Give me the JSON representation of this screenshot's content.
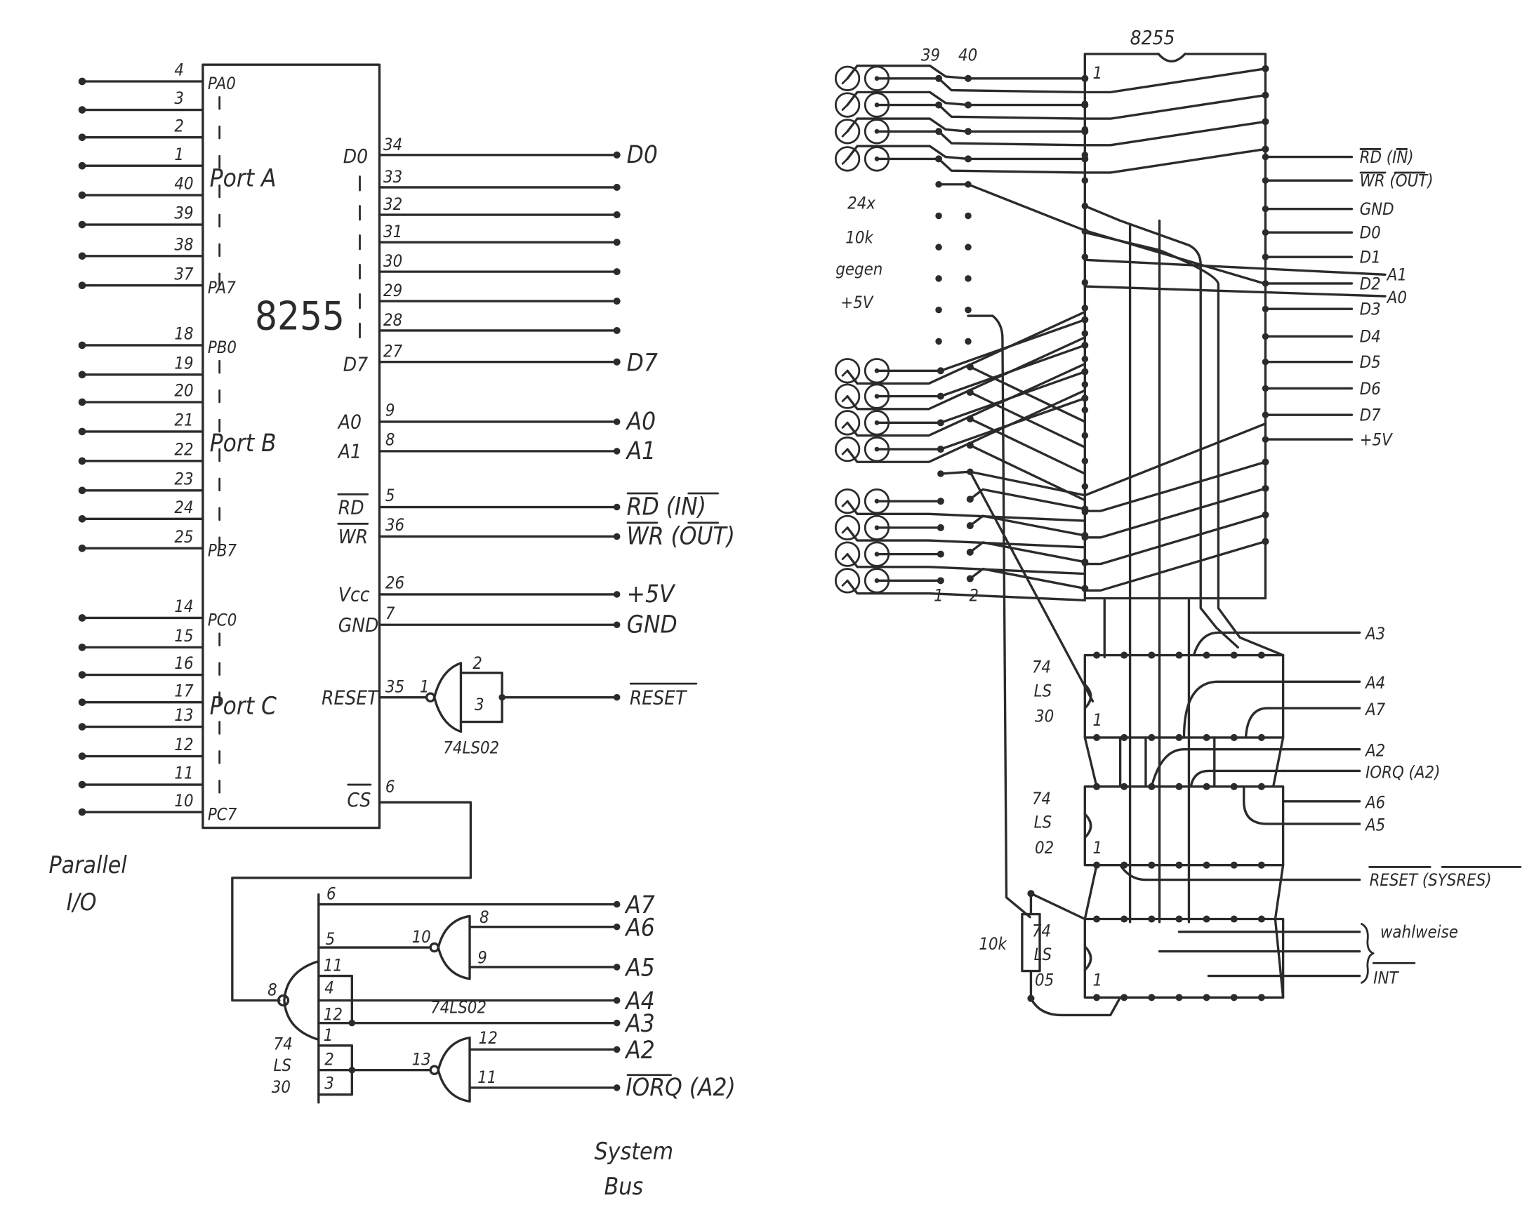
{
  "left": {
    "chip": {
      "name": "8255"
    },
    "ports": [
      {
        "label": "Port A",
        "first": "PA0",
        "last": "PA7",
        "pins": [
          "4",
          "3",
          "2",
          "1",
          "40",
          "39",
          "38",
          "37"
        ]
      },
      {
        "label": "Port B",
        "first": "PB0",
        "last": "PB7",
        "pins": [
          "18",
          "19",
          "20",
          "21",
          "22",
          "23",
          "24",
          "25"
        ]
      },
      {
        "label": "Port C",
        "first": "PC0",
        "last": "PC7",
        "pins": [
          "14",
          "15",
          "16",
          "17",
          "13",
          "12",
          "11",
          "10"
        ]
      }
    ],
    "data_pins": {
      "first": "D0",
      "last": "D7",
      "pins": [
        "34",
        "33",
        "32",
        "31",
        "30",
        "29",
        "28",
        "27"
      ],
      "bus_first": "D0",
      "bus_last": "D7"
    },
    "signals": [
      {
        "pin_name": "A0",
        "pin": "9",
        "bus": "A0",
        "overline_pin": false,
        "overline_bus": false
      },
      {
        "pin_name": "A1",
        "pin": "8",
        "bus": "A1",
        "overline_pin": false,
        "overline_bus": false
      },
      {
        "pin_name": "RD",
        "pin": "5",
        "bus": "RD",
        "bus_extra": "(IN)",
        "overline_pin": true,
        "overline_bus": true
      },
      {
        "pin_name": "WR",
        "pin": "36",
        "bus": "WR",
        "bus_extra": "(OUT)",
        "overline_pin": true,
        "overline_bus": true
      },
      {
        "pin_name": "Vcc",
        "pin": "26",
        "bus": "+5V",
        "overline_pin": false,
        "overline_bus": false
      },
      {
        "pin_name": "GND",
        "pin": "7",
        "bus": "GND",
        "overline_pin": false,
        "overline_bus": false
      }
    ],
    "reset": {
      "pin_name": "RESET",
      "pin": "35",
      "gate_pins": [
        "1",
        "2",
        "3"
      ],
      "gate": "74LS02",
      "bus": "RESET"
    },
    "cs": {
      "pin_name": "CS",
      "pin": "6"
    },
    "decoder": {
      "nand_chip": [
        "74",
        "LS",
        "30"
      ],
      "nand_out_pin": "8",
      "nand_in_pins": [
        "6",
        "5",
        "11",
        "4",
        "12",
        "1",
        "2",
        "3"
      ],
      "nor_chip": "74LS02",
      "nor1": {
        "out": "10",
        "in": [
          "8",
          "9"
        ]
      },
      "nor2": {
        "out": "13",
        "in": [
          "12",
          "11"
        ]
      },
      "bus": [
        "A7",
        "A6",
        "A5",
        "A4",
        "A3",
        "A2"
      ],
      "iorq": "IORQ",
      "iorq_extra": "(A2)"
    },
    "caption_left": [
      "Parallel",
      "I/O"
    ],
    "caption_bottom": [
      "System",
      "Bus"
    ]
  },
  "right": {
    "chip": {
      "name": "8255",
      "pin1": "1"
    },
    "connector_top_pins": [
      "39",
      "40"
    ],
    "connector_bottom_pins": [
      "1",
      "2"
    ],
    "resistor_note": [
      "24x",
      "10k",
      "gegen",
      "+5V"
    ],
    "bus_labels": [
      "RD (IN)",
      "WR (OUT)",
      "GND",
      "D0",
      "D1",
      "D2",
      "D3",
      "D4",
      "D5",
      "D6",
      "D7",
      "+5V"
    ],
    "address_side": [
      "A1",
      "A0"
    ],
    "ic_labels": [
      [
        "74",
        "LS",
        "30"
      ],
      [
        "74",
        "LS",
        "02"
      ],
      [
        "74",
        "LS",
        "05"
      ]
    ],
    "ic_pin1": "1",
    "resistor": "10k",
    "decode_labels": [
      "A3",
      "A4",
      "A7",
      "A2",
      "IORQ (A2)",
      "A6",
      "A5"
    ],
    "reset_label": "RESET (SYSRES)",
    "option_label": "wahlweise",
    "int_label": "INT"
  }
}
